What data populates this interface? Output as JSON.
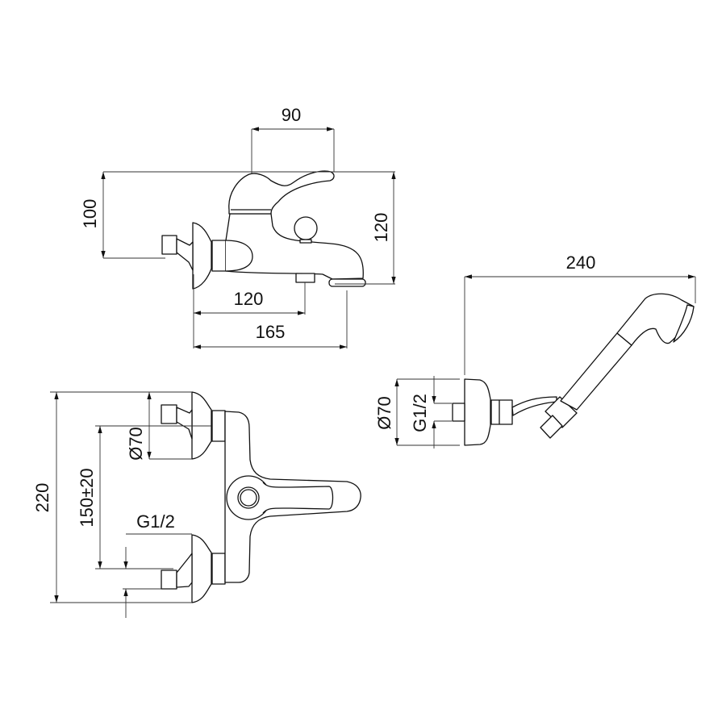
{
  "front_view": {
    "dim_spout_reach": "90",
    "dim_inlet_height": "100",
    "dim_total_height": "120",
    "dim_diverter_offset": "120",
    "dim_total_depth": "165"
  },
  "top_view": {
    "dim_total_width": "220",
    "dim_rosette_diameter": "Ø70",
    "dim_center_distance": "150±20",
    "dim_thread": "G1/2"
  },
  "shower_set": {
    "dim_length": "240",
    "dim_rosette_diameter": "Ø70",
    "dim_thread": "G1/2"
  },
  "colors": {
    "line": "#111111",
    "background": "#ffffff"
  }
}
